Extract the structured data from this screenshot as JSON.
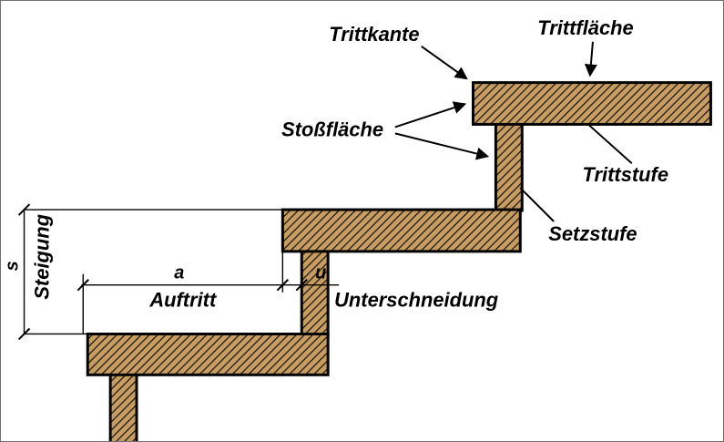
{
  "figure": {
    "labels": {
      "trittkante": "Trittkante",
      "trittflaeche": "Trittfläche",
      "stossflaeche": "Stoßfläche",
      "trittstufe": "Trittstufe",
      "setzstufe": "Setzstufe",
      "steigung": "Steigung",
      "s_abbrev": "s",
      "a_abbrev": "a",
      "u_abbrev": "u",
      "auftritt": "Auftritt",
      "unterschneidung": "Unterschneidung"
    },
    "colors": {
      "wood_fill": "#c79d63",
      "hatch_line": "#141008",
      "outline": "#000000",
      "background": "#ffffff"
    }
  }
}
